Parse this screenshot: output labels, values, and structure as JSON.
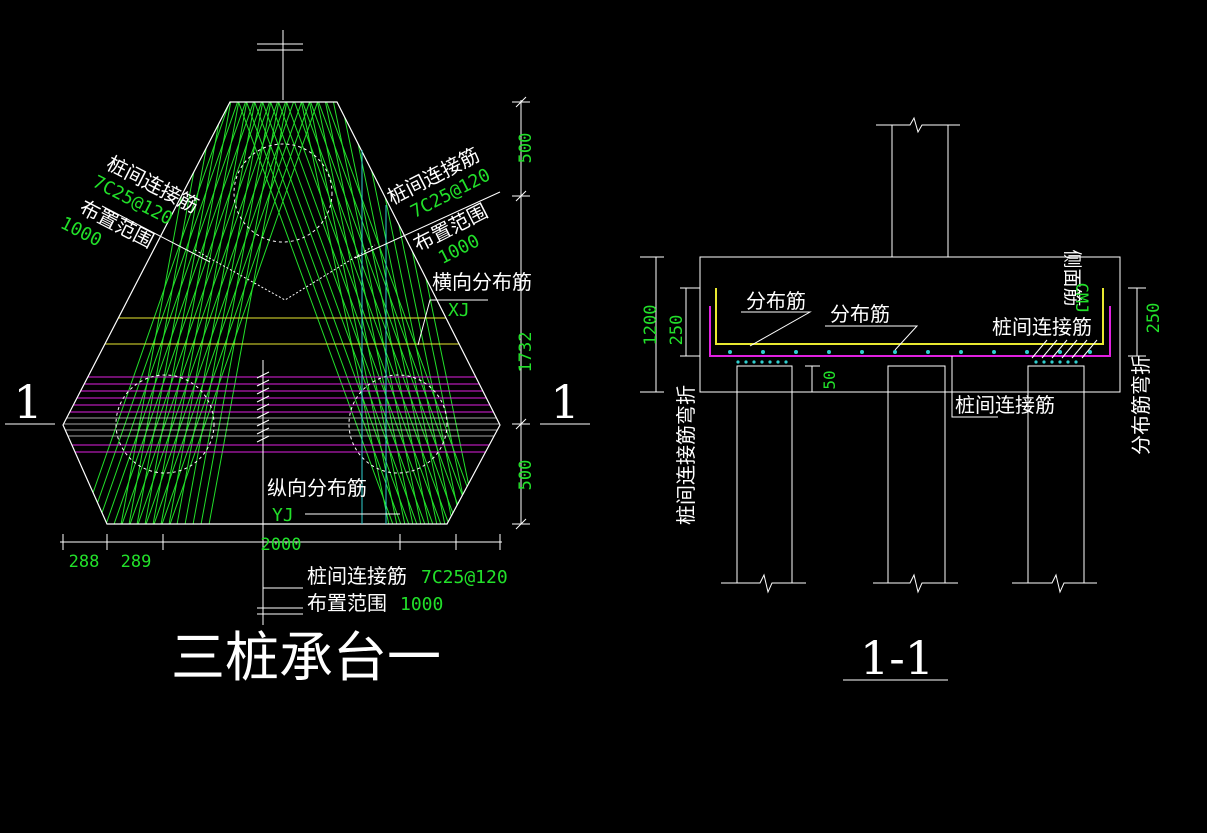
{
  "plan": {
    "title": "三桩承台一",
    "section_mark": "1",
    "dims": {
      "top": "500",
      "middle": "1732",
      "bottom": "500",
      "left1": "288",
      "left2": "289",
      "width": "2000"
    },
    "labels": {
      "left_conn_name": "桩间连接筋",
      "left_conn_spec": "7C25@120",
      "left_range_name": "布置范围",
      "left_range_value": "1000",
      "right_conn_name": "桩间连接筋",
      "right_conn_spec": "7C25@120",
      "right_range_name": "布置范围",
      "right_range_value": "1000",
      "transverse": "横向分布筋",
      "transverse_code": "XJ",
      "longitudinal": "纵向分布筋",
      "longitudinal_code": "YJ",
      "bottom_conn_name": "桩间连接筋",
      "bottom_conn_spec": "7C25@120",
      "bottom_range_name": "布置范围",
      "bottom_range_value": "1000"
    }
  },
  "section": {
    "title": "1-1",
    "dims": {
      "height": "1200",
      "left_250": "250",
      "right_250": "250",
      "embed": "50"
    },
    "labels": {
      "dist1": "分布筋",
      "dist2": "分布筋",
      "conn_top": "桩间连接筋",
      "conn_bottom": "桩间连接筋",
      "side": "侧面筋",
      "side_code": "CMJ",
      "left_bend": "桩间连接筋弯折",
      "right_bend": "分布筋弯折"
    }
  },
  "colors": {
    "background": "#000000",
    "line": "#ffffff",
    "rebar_green": "#22e02a",
    "rebar_magenta": "#e020e0",
    "rebar_yellow": "#e8e830",
    "rebar_cyan": "#30d0d0",
    "dim_green": "#22e02a"
  }
}
